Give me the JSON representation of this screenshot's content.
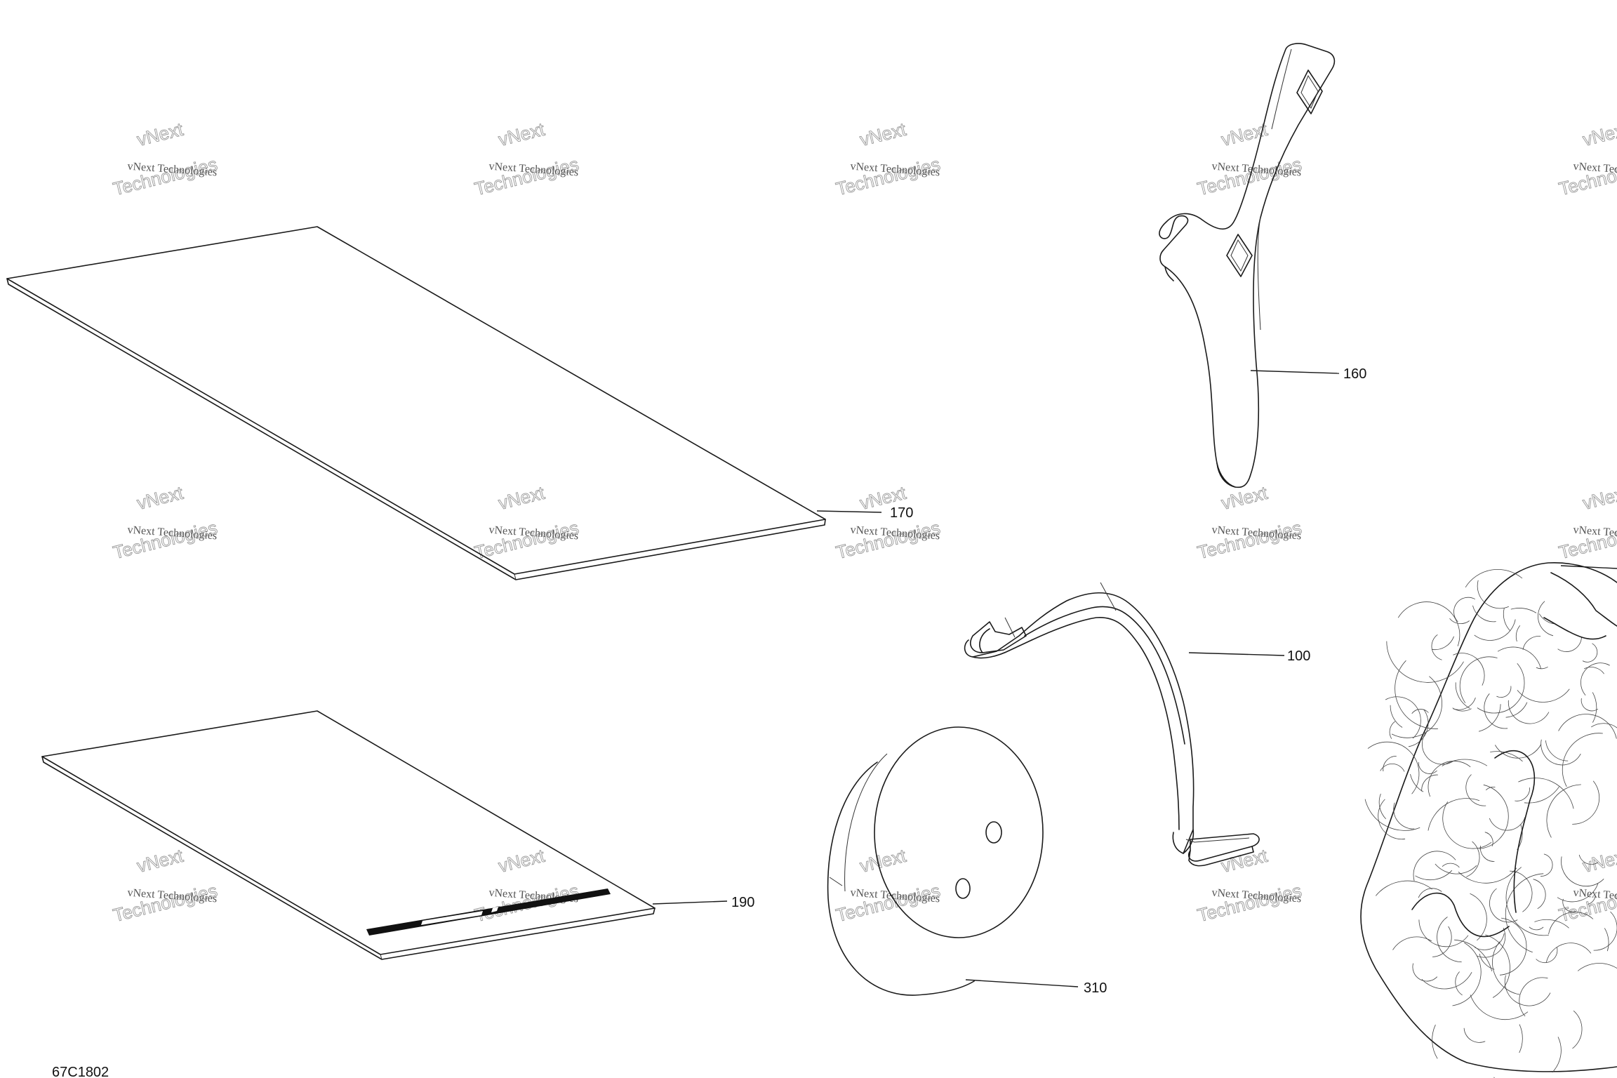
{
  "diagram": {
    "callouts": {
      "p160": "160",
      "p170": "170",
      "p100": "100",
      "p190": "190",
      "p310": "310"
    },
    "drawing_number": "67C1802",
    "watermark": {
      "line1": "vNext Technologies",
      "line2": "vNext",
      "line3": "Technologies"
    },
    "colors": {
      "line": "#1a1a1a",
      "background": "#ffffff",
      "watermark": "#999999"
    }
  }
}
